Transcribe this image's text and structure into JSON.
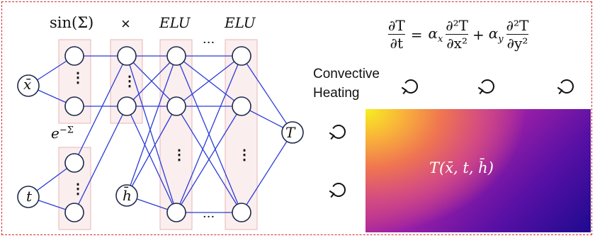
{
  "layer_labels": {
    "sin": "sin(Σ)",
    "mult": "×",
    "elu1": "ELU",
    "elu2": "ELU",
    "exp_prefix": "e",
    "exp_sup": "−Σ",
    "dots_top": "···",
    "dots_bottom": "···"
  },
  "inputs": {
    "x": "x̄",
    "t": "t",
    "h": "h̄"
  },
  "output": "T",
  "equation": {
    "lhs_num": "∂T",
    "lhs_den": "∂t",
    "eq": "=",
    "a_x": "α",
    "a_x_sub": "x",
    "term1_num": "∂²T",
    "term1_den": "∂x²",
    "plus": "+",
    "a_y": "α",
    "a_y_sub": "y",
    "term2_num": "∂²T",
    "term2_den": "∂y²"
  },
  "heating_label_line1": "Convective",
  "heating_label_line2": "Heating",
  "field_label": "T(x̄, t, h̄)",
  "vertical_dots": "⋮",
  "colors": {
    "frame": "#d42a2a",
    "edge": "#2a3cd6",
    "node_stroke": "#1f2a4a",
    "box_fill": "#fbeeee",
    "box_stroke": "#e8b6b6"
  },
  "icons": [
    "heating-arrow-icon"
  ]
}
